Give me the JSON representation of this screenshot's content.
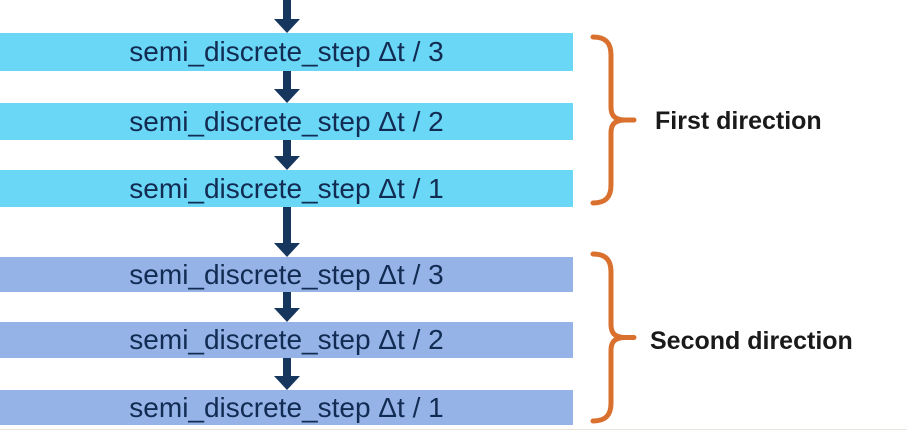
{
  "diagram": {
    "groups": [
      {
        "label": "First direction",
        "steps": [
          "semi_discrete_step Δt / 3",
          "semi_discrete_step Δt / 2",
          "semi_discrete_step Δt / 1"
        ]
      },
      {
        "label": "Second direction",
        "steps": [
          "semi_discrete_step Δt / 3",
          "semi_discrete_step Δt / 2",
          "semi_discrete_step Δt / 1"
        ]
      }
    ]
  },
  "colors": {
    "first_group_box": "#69D7F5",
    "second_group_box": "#95B3E7",
    "arrow": "#17365D",
    "box_text": "#122B52",
    "bracket": "#D9702E",
    "label_text": "#1A1A1A",
    "background": "#FFFFFF"
  }
}
